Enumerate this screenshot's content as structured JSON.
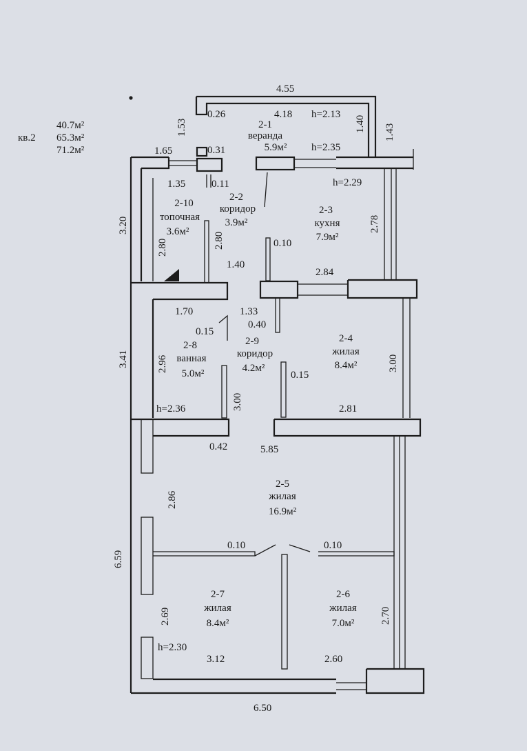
{
  "header": {
    "apartment": "кв.2",
    "areas": [
      "40.7м²",
      "65.3м²",
      "71.2м²"
    ]
  },
  "rooms": [
    {
      "id": "2-1",
      "name": "веранда",
      "area": "5.9м²"
    },
    {
      "id": "2-2",
      "name": "коридор",
      "area": "3.9м²"
    },
    {
      "id": "2-3",
      "name": "кухня",
      "area": "7.9м²"
    },
    {
      "id": "2-4",
      "name": "жилая",
      "area": "8.4м²"
    },
    {
      "id": "2-5",
      "name": "жилая",
      "area": "16.9м²"
    },
    {
      "id": "2-6",
      "name": "жилая",
      "area": "7.0м²"
    },
    {
      "id": "2-7",
      "name": "жилая",
      "area": "8.4м²"
    },
    {
      "id": "2-8",
      "name": "ванная",
      "area": "5.0м²"
    },
    {
      "id": "2-9",
      "name": "коридор",
      "area": "4.2м²"
    },
    {
      "id": "2-10",
      "name": "топочная",
      "area": "3.6м²"
    }
  ],
  "heights": [
    "h=2.13",
    "h=2.35",
    "h=2.29",
    "h=2.36",
    "h=2.30"
  ],
  "dims": {
    "veranda_width": "4.55",
    "veranda_inner": "4.18",
    "veranda_wall": "0.26",
    "veranda_side": "1.40",
    "veranda_outer": "1.43",
    "stove_v": "1.53",
    "stove_w": "1.65",
    "stove_gap": "0.31",
    "boiler_w": "1.35",
    "boiler_gap": "0.11",
    "h320": "3.20",
    "h280a": "2.80",
    "h280b": "2.80",
    "k010": "0.10",
    "k278": "2.78",
    "c140": "1.40",
    "k284": "2.84",
    "b170": "1.70",
    "c133": "1.33",
    "c040": "0.40",
    "b015": "0.15",
    "c015": "0.15",
    "h341": "3.41",
    "b296": "2.96",
    "c300": "3.00",
    "r300": "3.00",
    "r281": "2.81",
    "d042": "0.42",
    "d585": "5.85",
    "l286": "2.86",
    "h659": "6.59",
    "p010a": "0.10",
    "p010b": "0.10",
    "l269": "2.69",
    "r270": "2.70",
    "b312": "3.12",
    "b260": "2.60",
    "b650": "6.50"
  }
}
